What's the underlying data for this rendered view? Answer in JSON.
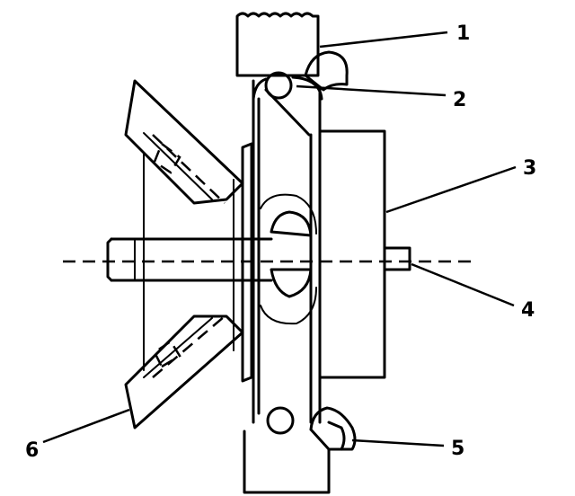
{
  "diagram": {
    "callouts": [
      {
        "id": "1",
        "text": "1"
      },
      {
        "id": "2",
        "text": "2"
      },
      {
        "id": "3",
        "text": "3"
      },
      {
        "id": "4",
        "text": "4"
      },
      {
        "id": "5",
        "text": "5"
      },
      {
        "id": "6",
        "text": "6"
      }
    ]
  }
}
